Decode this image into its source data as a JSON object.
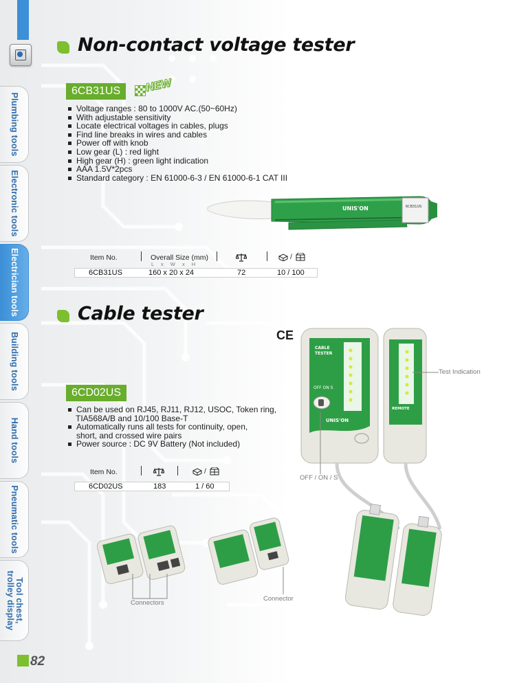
{
  "sidebar": {
    "tabs": [
      {
        "label": "Plumbing tools",
        "active": false
      },
      {
        "label": "Electronic tools",
        "active": false
      },
      {
        "label": "Electrician tools",
        "active": true
      },
      {
        "label": "Building tools",
        "active": false
      },
      {
        "label": "Hand tools",
        "active": false
      },
      {
        "label": "Pneumatic tools",
        "active": false
      },
      {
        "label_line1": "Tool chest,",
        "label_line2": "trolley display",
        "active": false
      }
    ],
    "page_number": "82"
  },
  "section1": {
    "title": "Non-contact voltage tester",
    "model": "6CB31US",
    "badge": "NEW",
    "features": [
      "Voltage ranges : 80 to 1000V AC.(50~60Hz)",
      "With adjustable sensitivity",
      "Locate electrical voltages in cables, plugs",
      "Find line breaks in wires and cables",
      "Power off with knob",
      "Low gear (L) : red light",
      "High gear (H) : green light indication",
      "AAA 1.5V*2pcs",
      "Standard category : EN 61000-6-3 / EN 61000-6-1  CAT III"
    ],
    "product_label": {
      "brand": "UNIS'ON",
      "model": "6CB31US"
    },
    "table": {
      "item_header": "Item No.",
      "size_header": "Overall Size (mm)",
      "size_sub": "L x W x H",
      "pack_sep": "/",
      "row": {
        "item": "6CB31US",
        "size": "160  x  20  x  24",
        "weight": "72",
        "pack": "10 / 100"
      }
    }
  },
  "section2": {
    "title": "Cable tester",
    "ce_mark": "CE",
    "model": "6CD02US",
    "features": [
      "Can be used on RJ45, RJ11, RJ12, USOC, Token ring,",
      "TIA568A/B and 10/100 Base-T",
      "Automatically runs all tests for continuity, open,",
      "short, and crossed wire pairs",
      "Power source : DC 9V Battery (Not included)"
    ],
    "device": {
      "title_line1": "CABLE",
      "title_line2": "TESTER",
      "remote": "REMOTE",
      "switch": "OFF ON S",
      "brand": "UNIS'ON"
    },
    "annotations": {
      "test_indication": "Test Indication",
      "switch": "OFF / ON / S",
      "connectors": "Connectors",
      "connector": "Connector"
    },
    "table": {
      "item_header": "Item No.",
      "pack_sep": "/",
      "row": {
        "item": "6CD02US",
        "weight": "183",
        "pack": "1 / 60"
      }
    }
  },
  "colors": {
    "accent_green": "#69ad2c",
    "sidebar_blue": "#3b8ed6",
    "tab_text": "#2f6cab"
  }
}
